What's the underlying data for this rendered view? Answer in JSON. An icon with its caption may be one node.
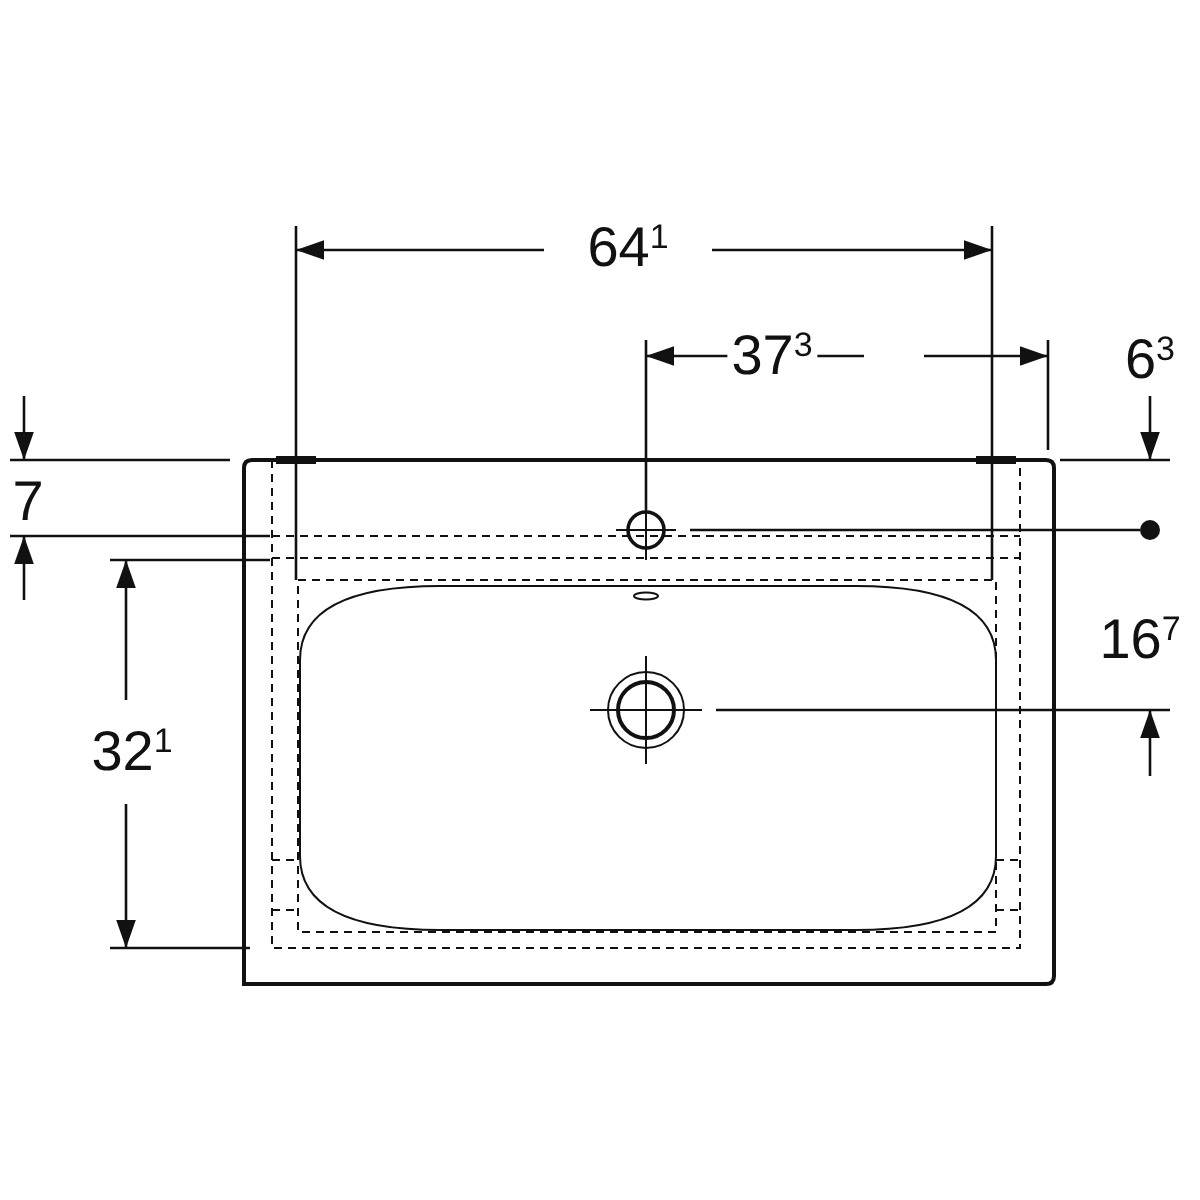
{
  "diagram": {
    "labels": [
      "64$^{1}$",
      "37$^{3}$",
      "6$^{3}$",
      "7",
      "16$^{7}$",
      "32$^{1}$"
    ]
  }
}
